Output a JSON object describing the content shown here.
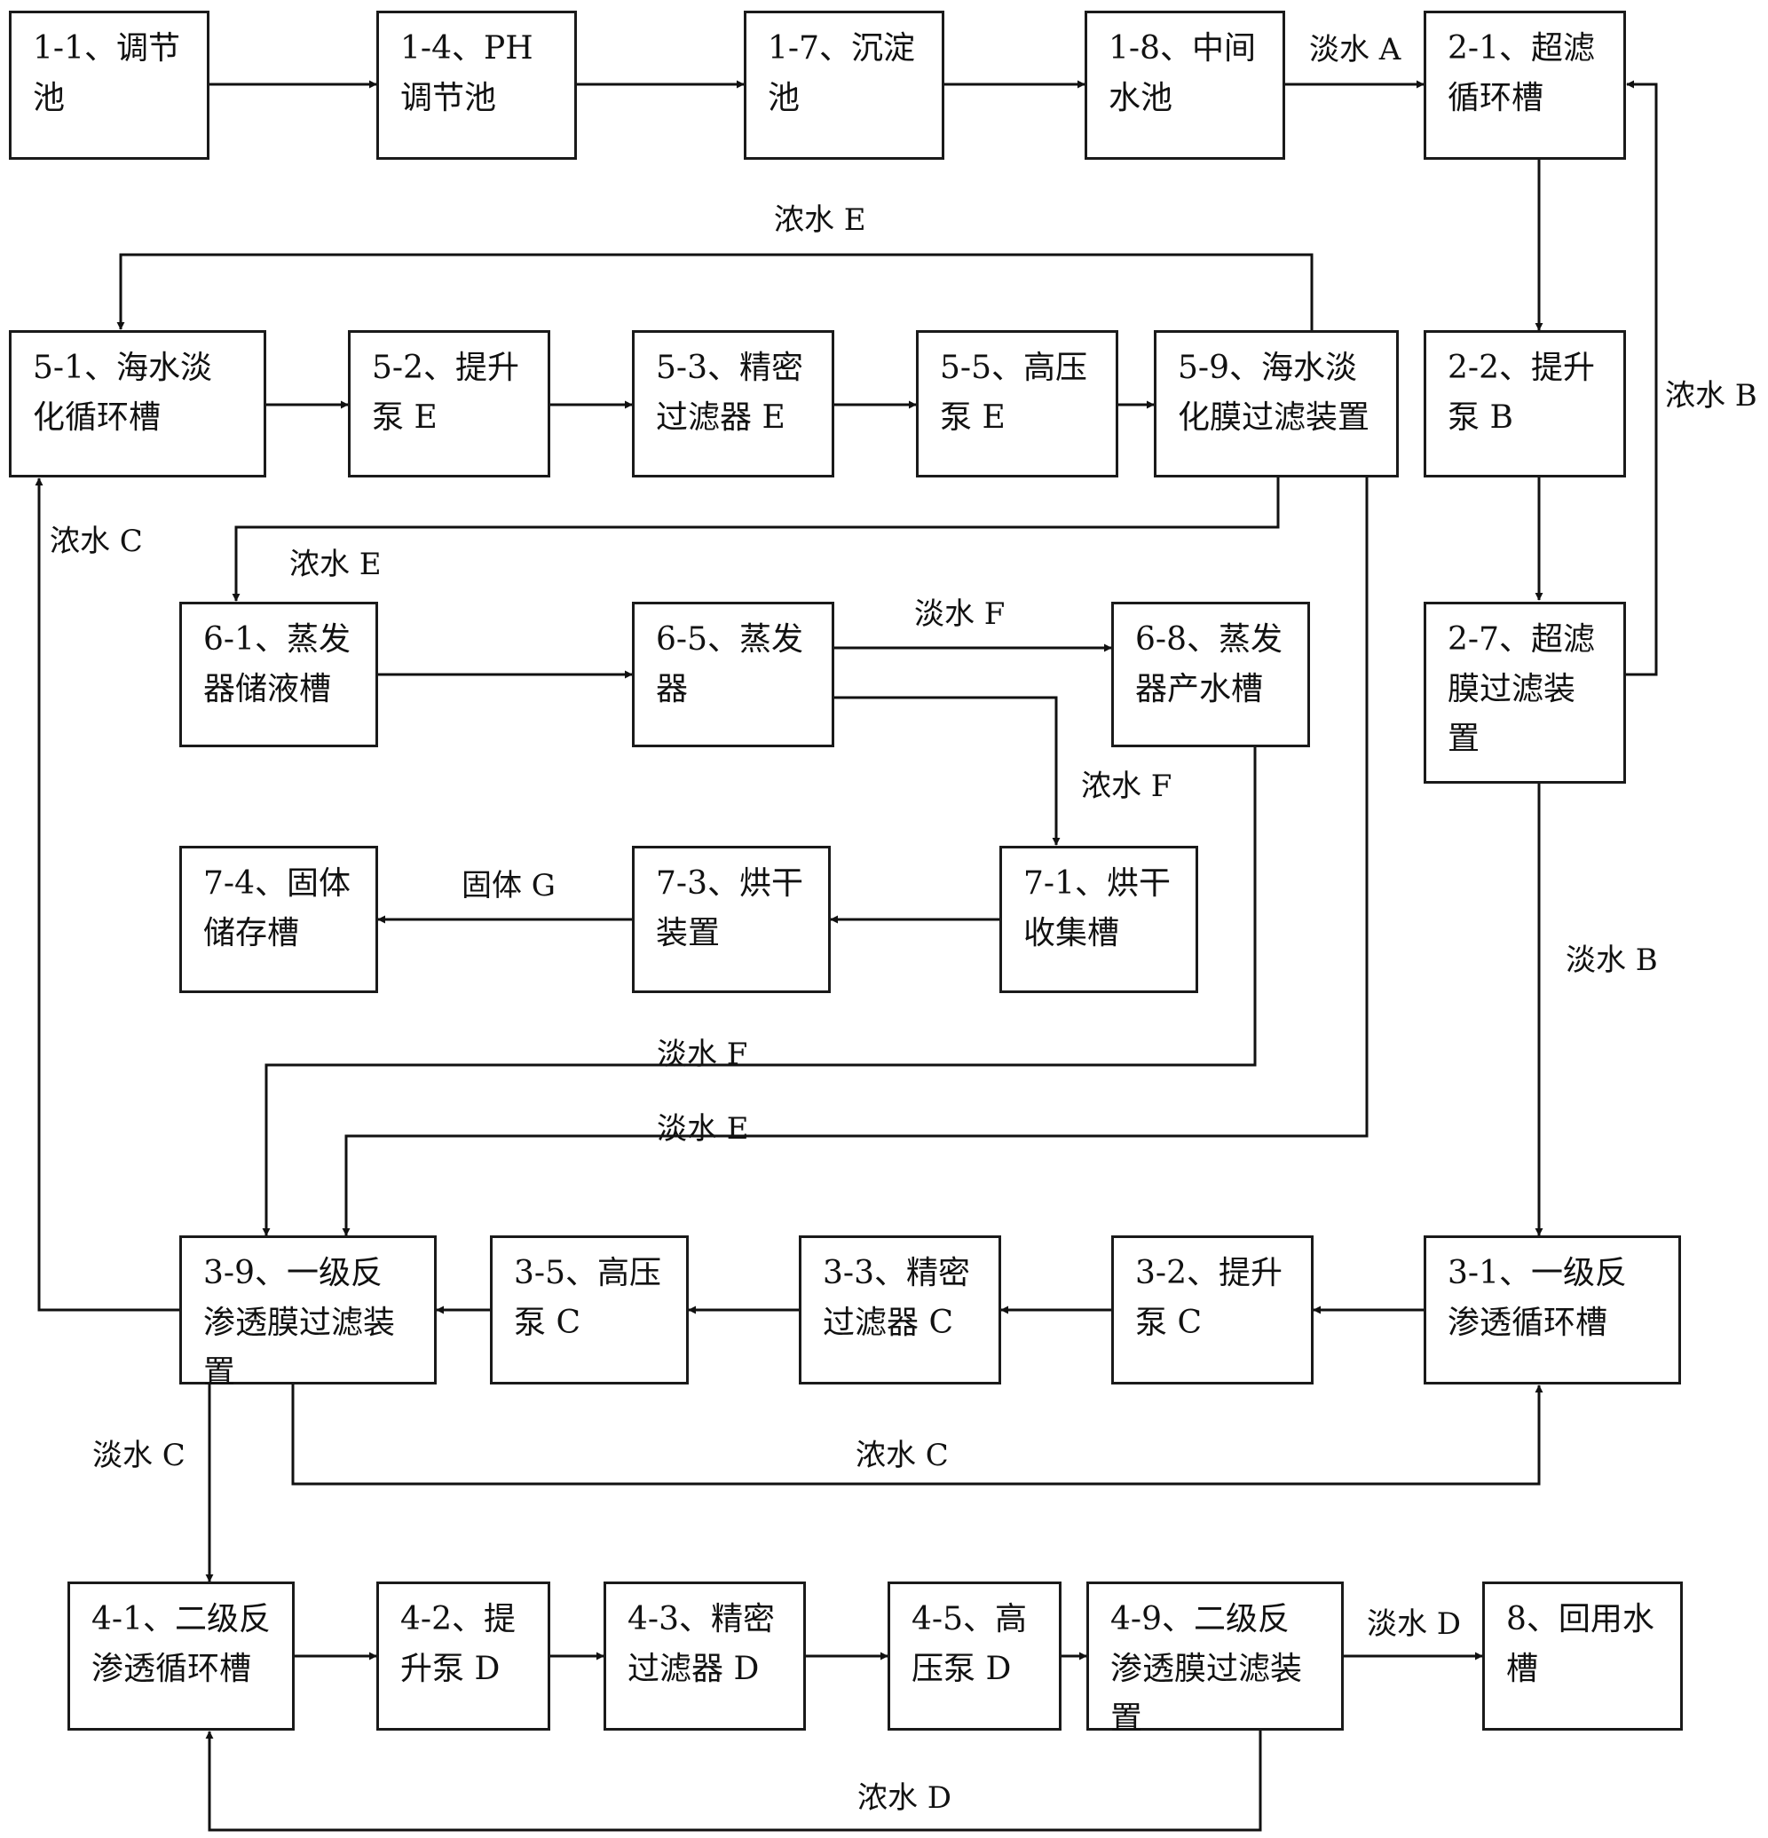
{
  "nodes": {
    "n1_1": "1-1、调节池",
    "n1_4": "1-4、PH 调节池",
    "n1_7": "1-7、沉淀池",
    "n1_8": "1-8、中间水池",
    "n2_1": "2-1、超滤循环槽",
    "n5_1": "5-1、海水淡化循环槽",
    "n5_2": "5-2、提升泵 E",
    "n5_3": "5-3、精密过滤器 E",
    "n5_5": "5-5、高压泵 E",
    "n5_9": "5-9、海水淡化膜过滤装置",
    "n2_2": "2-2、提升泵 B",
    "n6_1": "6-1、蒸发器储液槽",
    "n6_5": "6-5、蒸发器",
    "n6_8": "6-8、蒸发器产水槽",
    "n2_7": "2-7、超滤膜过滤装置",
    "n7_4": "7-4、固体储存槽",
    "n7_3": "7-3、烘干装置",
    "n7_1": "7-1、烘干收集槽",
    "n3_9": "3-9、一级反渗透膜过滤装置",
    "n3_5": "3-5、高压泵 C",
    "n3_3": "3-3、精密过滤器 C",
    "n3_2": "3-2、提升泵 C",
    "n3_1": "3-1、一级反渗透循环槽",
    "n4_1": "4-1、二级反渗透循环槽",
    "n4_2": "4-2、提升泵 D",
    "n4_3": "4-3、精密过滤器 D",
    "n4_5": "4-5、高压泵 D",
    "n4_9": "4-9、二级反渗透膜过滤装置",
    "n8": "8、回用水槽"
  },
  "flow_labels": {
    "fresh_a": "淡水 A",
    "conc_e_top": "浓水 E",
    "conc_b": "浓水 B",
    "conc_c_left": "浓水 C",
    "conc_e_evap": "浓水 E",
    "fresh_f_top": "淡水 F",
    "conc_f": "浓水 F",
    "solid_g": "固体 G",
    "fresh_b": "淡水 B",
    "fresh_f_mid": "淡水 F",
    "fresh_e": "淡水 E",
    "fresh_c": "淡水 C",
    "conc_c_bottom": "浓水 C",
    "fresh_d": "淡水 D",
    "conc_d": "浓水 D"
  }
}
